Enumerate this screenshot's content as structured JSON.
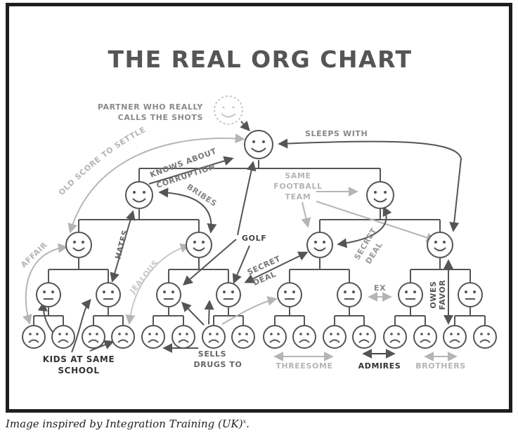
{
  "title": "THE REAL ORG CHART",
  "caption": {
    "text": "Image inspired by Integration Training (UK)",
    "superscript": "x"
  },
  "colors": {
    "frame": "#1e1e1e",
    "title": "#555555",
    "dark": "#555555",
    "light": "#b5b5b5",
    "faint": "#c8c8c8",
    "tree": "#555555"
  },
  "faces": {
    "partner": "happy-dashed",
    "ceo": "happy",
    "level2": "happy",
    "level3": "happy",
    "level4": "neutral",
    "level5": "sad"
  },
  "labels": {
    "partner": "PARTNER WHO REALLY CALLS THE SHOTS",
    "sleeps_with": "SLEEPS WITH",
    "old_score": "OLD SCORE TO SETTLE",
    "knows_about": "KNOWS ABOUT",
    "corruption": "CORRUPTION",
    "bribes": "BRIBES",
    "same_team": "SAME FOOTBALL TEAM",
    "affair": "AFFAIR",
    "hates": "HATES",
    "jealous": "JEALOUS",
    "golf": "GOLF",
    "secret_deal_1": "SECRET DEAL",
    "secret_deal_2": "SECRET DEAL",
    "ex": "EX",
    "owes_favor": "OWES FAVOR",
    "kids": "KIDS AT SAME SCHOOL",
    "sells_drugs": "SELLS DRUGS TO"
  },
  "legend": [
    {
      "label": "THREESOME",
      "tone": "light"
    },
    {
      "label": "ADMIRES",
      "tone": "dark"
    },
    {
      "label": "BROTHERS",
      "tone": "light"
    }
  ]
}
